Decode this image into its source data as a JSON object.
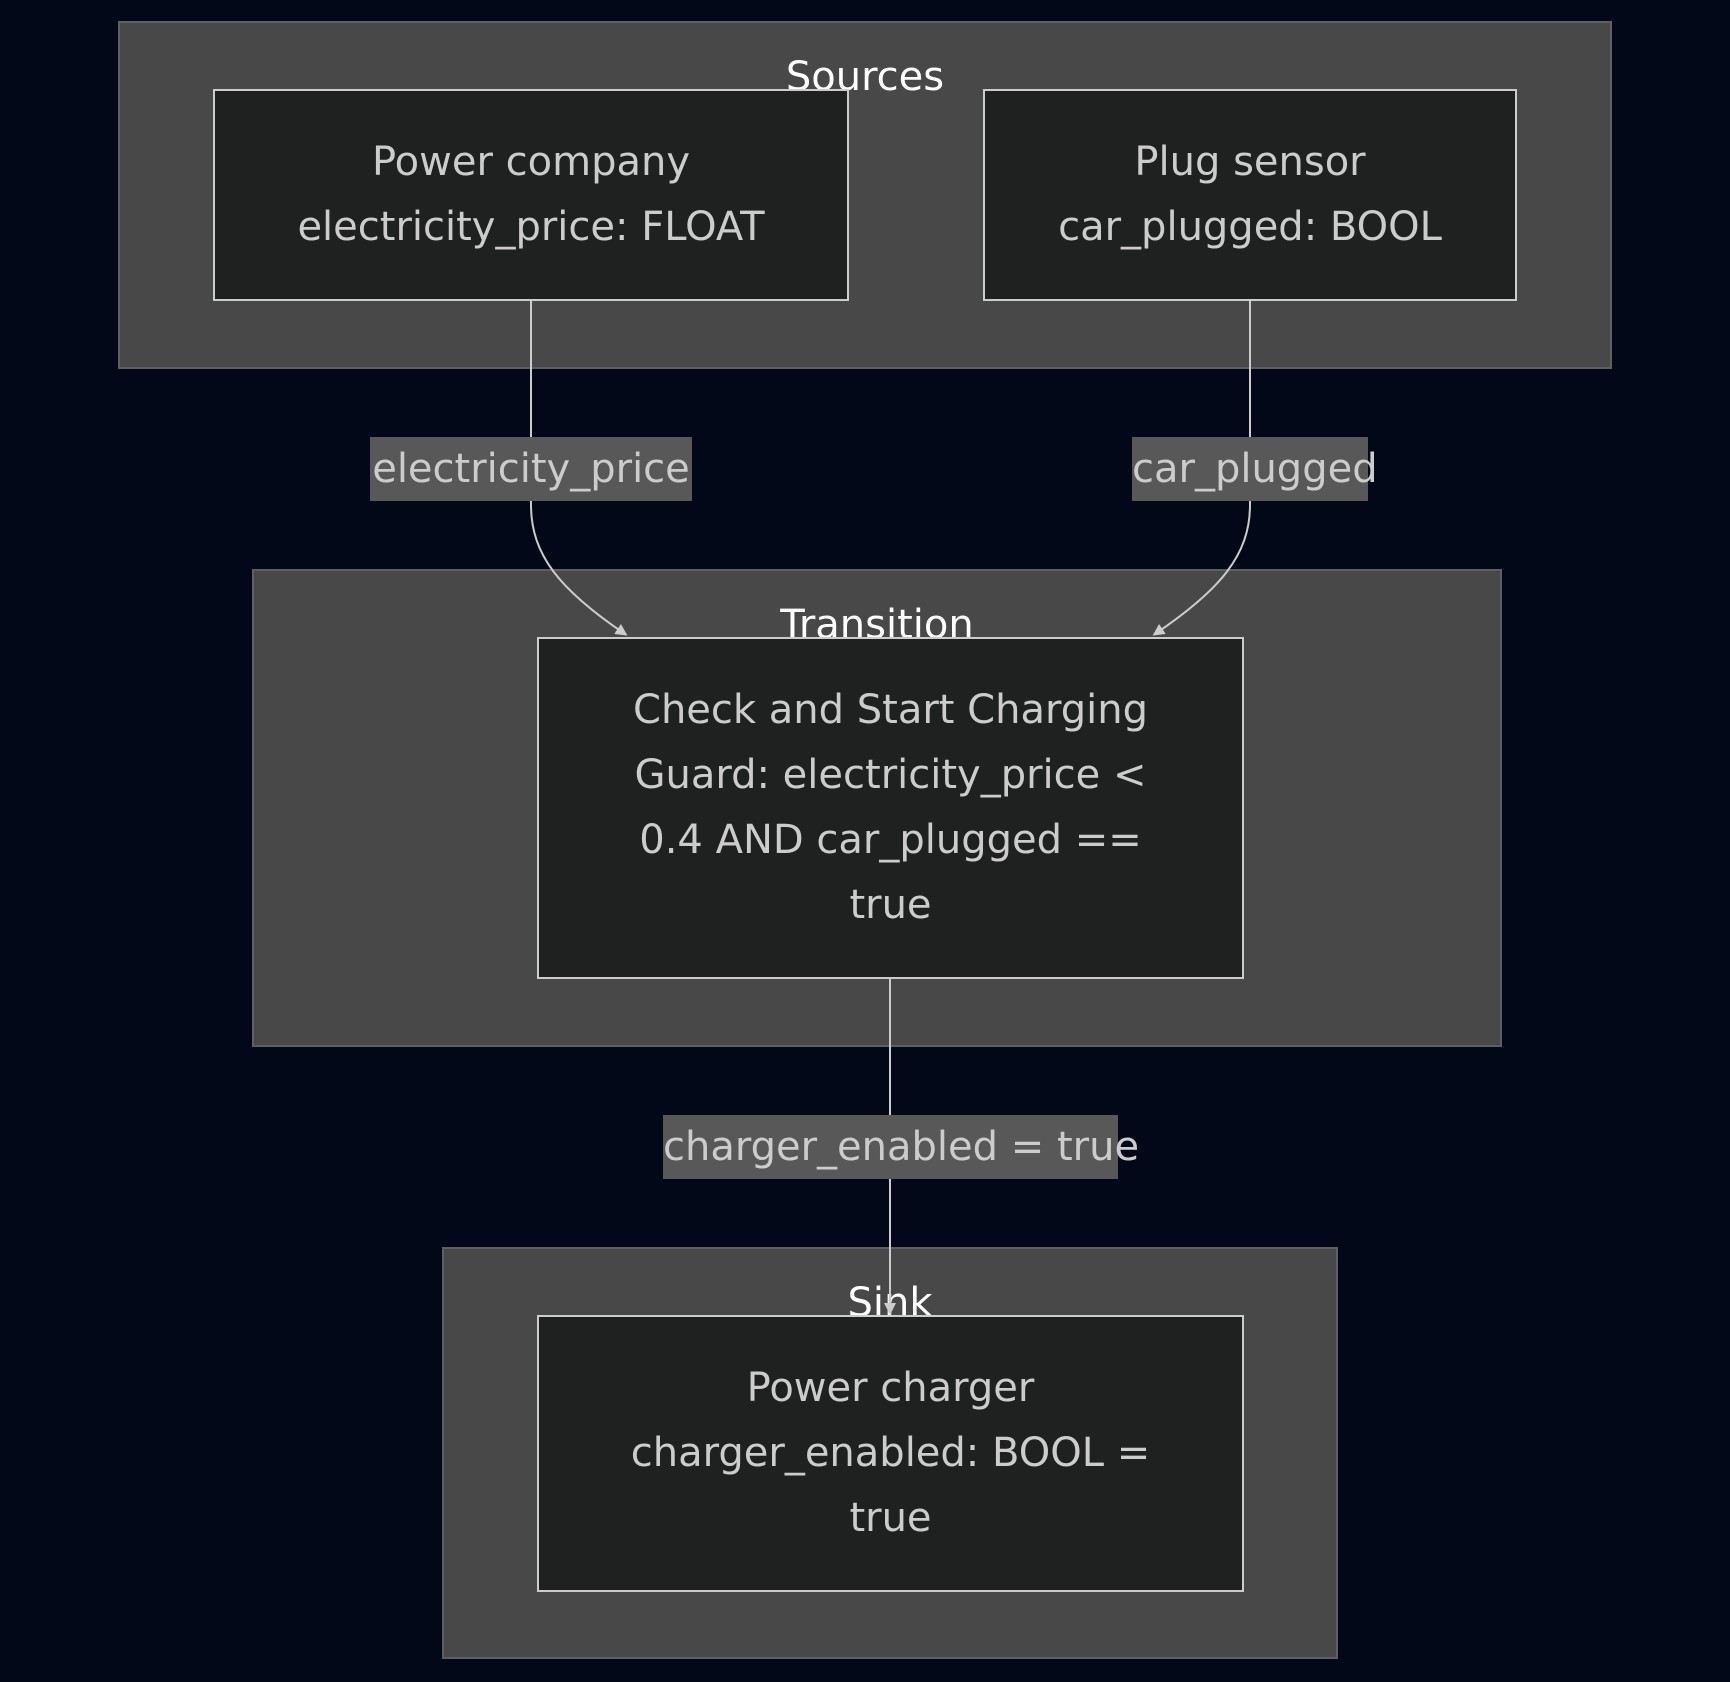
{
  "clusters": {
    "sources": {
      "title": "Sources"
    },
    "transition": {
      "title": "Transition"
    },
    "sink": {
      "title": "Sink"
    }
  },
  "nodes": {
    "power_company": {
      "line1": "Power company",
      "line2": "electricity_price: FLOAT"
    },
    "plug_sensor": {
      "line1": "Plug sensor",
      "line2": "car_plugged: BOOL"
    },
    "check_charging": {
      "line1": "Check and Start Charging",
      "line2": "Guard: electricity_price <",
      "line3": "0.4 AND car_plugged ==",
      "line4": "true"
    },
    "power_charger": {
      "line1": "Power charger",
      "line2": "charger_enabled: BOOL =",
      "line3": "true"
    }
  },
  "edges": {
    "electricity_price": {
      "label": "electricity_price"
    },
    "car_plugged": {
      "label": "car_plugged"
    },
    "charger_enabled": {
      "label": "charger_enabled = true"
    }
  },
  "colors": {
    "background": "#020817",
    "cluster_fill": "#484848",
    "node_fill": "#1f2020",
    "node_border": "#cccccc",
    "edge_label_fill": "#585858",
    "text": "#cccccc"
  }
}
